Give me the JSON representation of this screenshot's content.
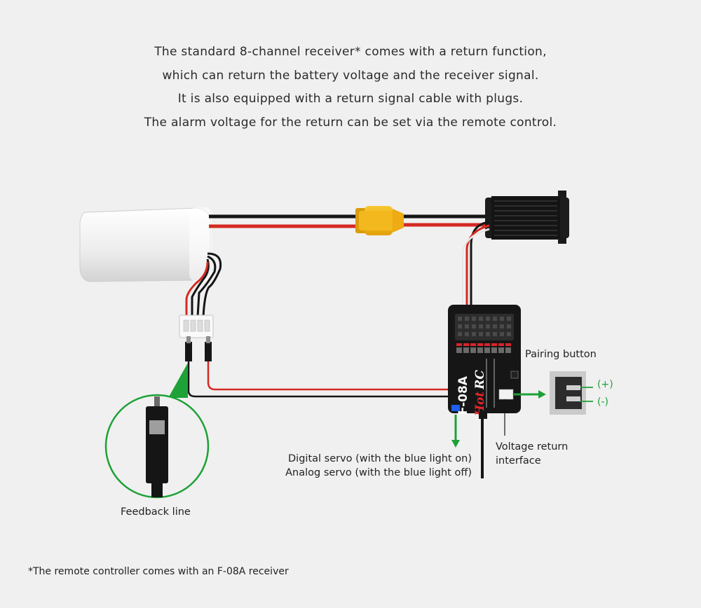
{
  "intro": {
    "line1": "The standard 8-channel receiver* comes with a return function,",
    "line2": "which can return the battery voltage and the receiver signal.",
    "line3": "It is also equipped with a return signal cable with plugs.",
    "line4": "The alarm voltage for the return can be set via the remote control."
  },
  "labels": {
    "pairing_button": "Pairing button",
    "plus": "(+)",
    "minus": "(-)",
    "voltage_return_1": "Voltage return",
    "voltage_return_2": "interface",
    "servo_digital": "Digital servo (with the blue light on)",
    "servo_analog": "Analog servo (with the blue light off)",
    "feedback_line": "Feedback line"
  },
  "receiver": {
    "model": "F-08A",
    "brand_prefix": "Hot",
    "brand_suffix": "RC"
  },
  "footnote": "*The remote controller comes with an F-08A receiver",
  "colors": {
    "accent_green": "#1aa33a",
    "wire_red": "#d42a22",
    "connector_yellow": "#f2b313",
    "receiver_body": "#161616"
  }
}
